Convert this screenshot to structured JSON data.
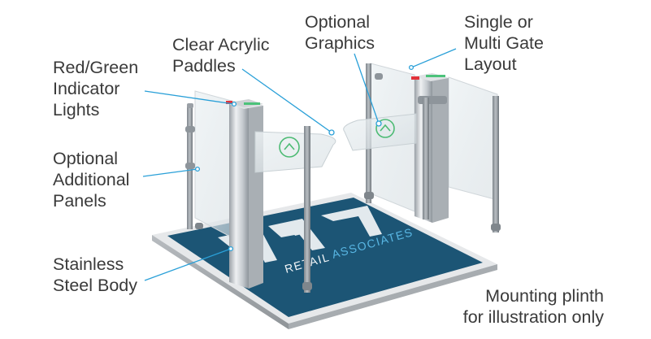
{
  "callouts": {
    "indicator_lights": [
      "Red/Green",
      "Indicator",
      "Lights"
    ],
    "acrylic_paddles": [
      "Clear Acrylic",
      "Paddles"
    ],
    "graphics": [
      "Optional",
      "Graphics"
    ],
    "layout": [
      "Single or",
      "Multi Gate",
      "Layout"
    ],
    "panels": [
      "Optional",
      "Additional",
      "Panels"
    ],
    "body": [
      "Stainless",
      "Steel Body"
    ],
    "plinth": [
      "Mounting plinth",
      "for illustration only"
    ]
  },
  "plinth_branding": {
    "logo_text": "RA",
    "brand_text_left": "RETAIL",
    "brand_text_right": "ASSOCIATES"
  },
  "colors": {
    "label_text": "#3a3a3a",
    "leader_line": "#2aa0d8",
    "plinth_blue": "#1c5575",
    "steel": "#c9ced2",
    "green_light": "#4cc27a",
    "red_light": "#e3333a",
    "graphic_circle": "#4dbb74"
  }
}
